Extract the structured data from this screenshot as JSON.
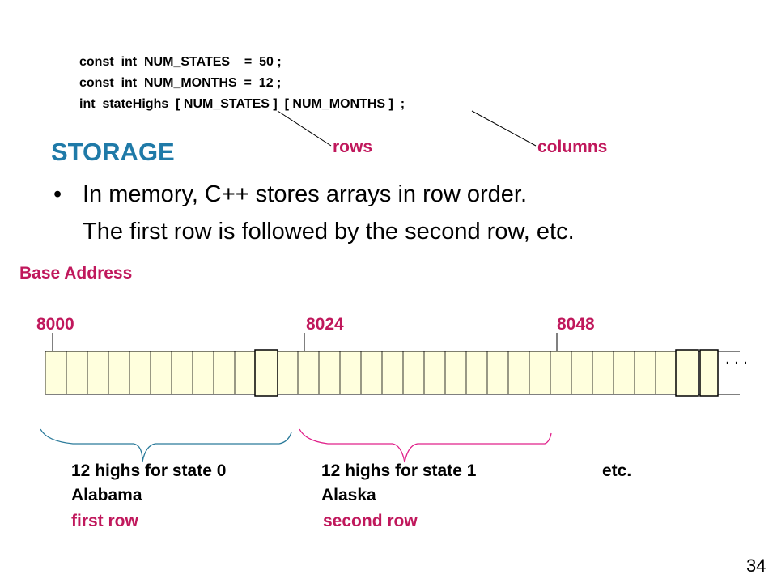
{
  "code": {
    "line1": "const  int  NUM_STATES    =  50 ;",
    "line2": "const  int  NUM_MONTHS  =  12 ;",
    "line3": "int  stateHighs  [ NUM_STATES ]  [ NUM_MONTHS ]  ;"
  },
  "annotations": {
    "rows": "rows",
    "columns": "columns"
  },
  "heading": "STORAGE",
  "bullet": {
    "marker": "•",
    "line1": "In memory, C++ stores arrays in row order.",
    "line2": "The first row is followed by the second row, etc."
  },
  "base_address_label": "Base Address",
  "addresses": [
    "8000",
    "8024",
    "8048"
  ],
  "ellipsis": ". . .",
  "captions": {
    "state0": "12 highs for state 0",
    "state0_name": "Alabama",
    "state0_row": "first row",
    "state1": "12 highs for state 1",
    "state1_name": "Alaska",
    "state1_row": "second row",
    "etc": "etc."
  },
  "page_number": "34",
  "colors": {
    "accent_red": "#c0185c",
    "heading_blue": "#1f7aa8",
    "cell_fill": "#ffffdd",
    "brace_blue": "#2a7a9a",
    "brace_pink": "#e0208a"
  }
}
